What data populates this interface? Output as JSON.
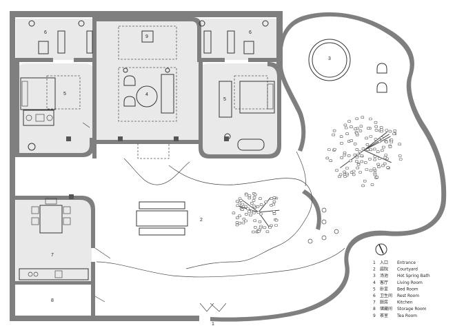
{
  "room_numbers": {
    "rest_left": "6",
    "rest_right": "6",
    "tea": "9",
    "living": "4",
    "bed_left": "5",
    "bed_right": "5",
    "pool": "3",
    "courtyard": "2",
    "kitchen": "7",
    "storage": "8",
    "entrance": "1"
  },
  "legend": [
    {
      "n": "1",
      "zh": "入口",
      "en": "Entrance"
    },
    {
      "n": "2",
      "zh": "庭院",
      "en": "Courtyard"
    },
    {
      "n": "3",
      "zh": "汤池",
      "en": "Hot Spring Bath"
    },
    {
      "n": "4",
      "zh": "客厅",
      "en": "Living Room"
    },
    {
      "n": "5",
      "zh": "卧室",
      "en": "Bed Room"
    },
    {
      "n": "6",
      "zh": "卫生间",
      "en": "Rest Room"
    },
    {
      "n": "7",
      "zh": "厨房",
      "en": "Kitchen"
    },
    {
      "n": "8",
      "zh": "储藏间",
      "en": "Storage Room"
    },
    {
      "n": "9",
      "zh": "茶室",
      "en": "Tea Room"
    }
  ],
  "colors": {
    "wall": "#7f7f7f",
    "floor": "#e9e9e9",
    "line": "#333333"
  }
}
